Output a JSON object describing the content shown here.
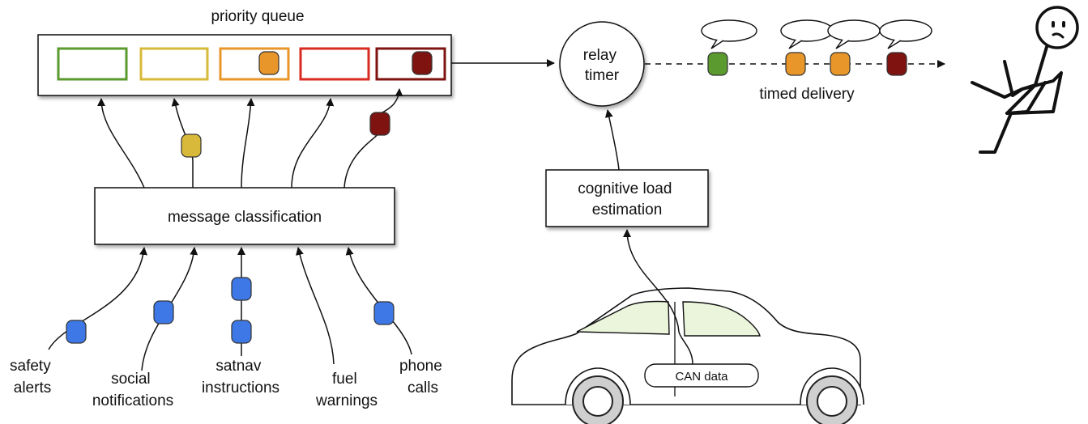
{
  "priority_queue": {
    "title": "priority queue",
    "slots": [
      {
        "color": "#5a9a2e",
        "has_message": false
      },
      {
        "color": "#d8b93a",
        "has_message": false
      },
      {
        "color": "#e8962a",
        "has_message": true
      },
      {
        "color": "#d92b22",
        "has_message": false
      },
      {
        "color": "#7e1310",
        "has_message": true
      }
    ]
  },
  "classifier": {
    "label": "message classification"
  },
  "relay": {
    "label_line1": "relay",
    "label_line2": "timer"
  },
  "cognitive_load": {
    "label_line1": "cognitive load",
    "label_line2": "estimation"
  },
  "car": {
    "can_label": "CAN data"
  },
  "delivery": {
    "label": "timed delivery",
    "message_colors": [
      "#5a9a2e",
      "#e8962a",
      "#e8962a",
      "#7e1310"
    ]
  },
  "sources": [
    {
      "line1": "safety",
      "line2": "alerts"
    },
    {
      "line1": "social",
      "line2": "notifications"
    },
    {
      "line1": "satnav",
      "line2": "instructions"
    },
    {
      "line1": "fuel",
      "line2": "warnings"
    },
    {
      "line1": "phone",
      "line2": "calls"
    }
  ],
  "colors": {
    "message_blue": "#3d78e6",
    "message_yellow": "#d8b93a",
    "message_dark_red": "#7e1310",
    "car_window": "#eaf5dc",
    "wheel_gray": "#cfcfcf"
  }
}
